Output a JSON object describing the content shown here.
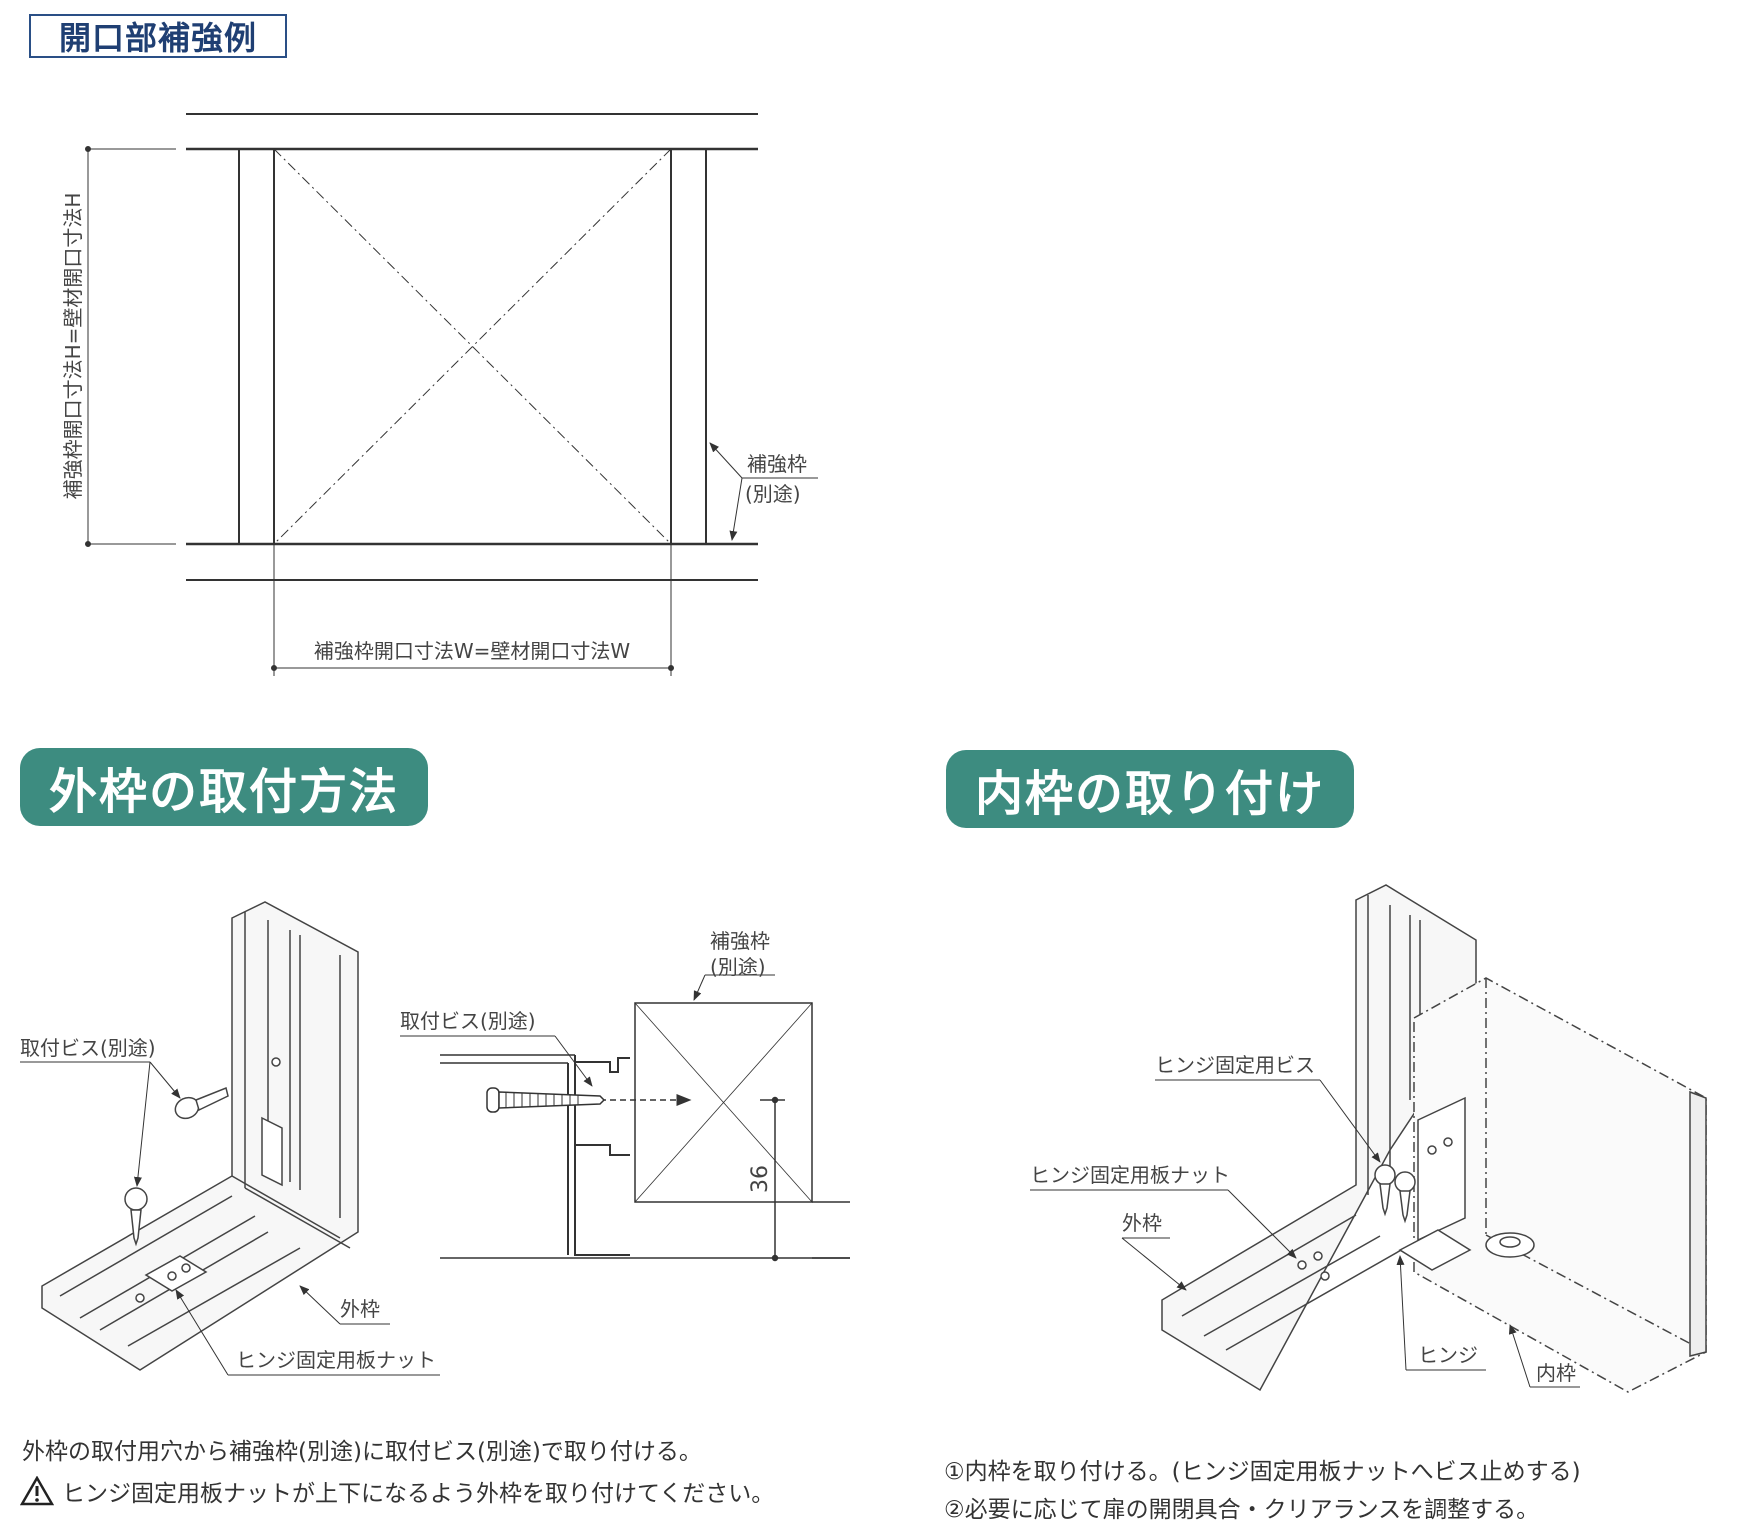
{
  "section_opening": {
    "title": "開口部補強例",
    "label_height": "補強枠開口寸法H=壁材開口寸法H",
    "label_width": "補強枠開口寸法W=壁材開口寸法W",
    "label_frame": "補強枠",
    "label_frame_sub": "(別途)"
  },
  "section_outer": {
    "title": "外枠の取付方法",
    "label_screw": "取付ビス(別途)",
    "label_outer_frame": "外枠",
    "label_nut": "ヒンジ固定用板ナット",
    "detail_frame": "補強枠",
    "detail_frame_sub": "(別途)",
    "detail_screw": "取付ビス(別途)",
    "detail_dim": "36",
    "note": "外枠の取付用穴から補強枠(別途)に取付ビス(別途)で取り付ける。",
    "warning": "ヒンジ固定用板ナットが上下になるよう外枠を取り付けてください。"
  },
  "section_inner": {
    "title": "内枠の取り付け",
    "label_hinge_screw": "ヒンジ固定用ビス",
    "label_nut": "ヒンジ固定用板ナット",
    "label_outer_frame": "外枠",
    "label_hinge": "ヒンジ",
    "label_inner_frame": "内枠",
    "step1": "①内枠を取り付ける。(ヒンジ固定用板ナットへビス止めする)",
    "step2": "②必要に応じて扉の開閉具合・クリアランスを調整する。"
  },
  "colors": {
    "title_border": "#2a4f86",
    "pill": "#3d8c80",
    "line": "#333333"
  }
}
